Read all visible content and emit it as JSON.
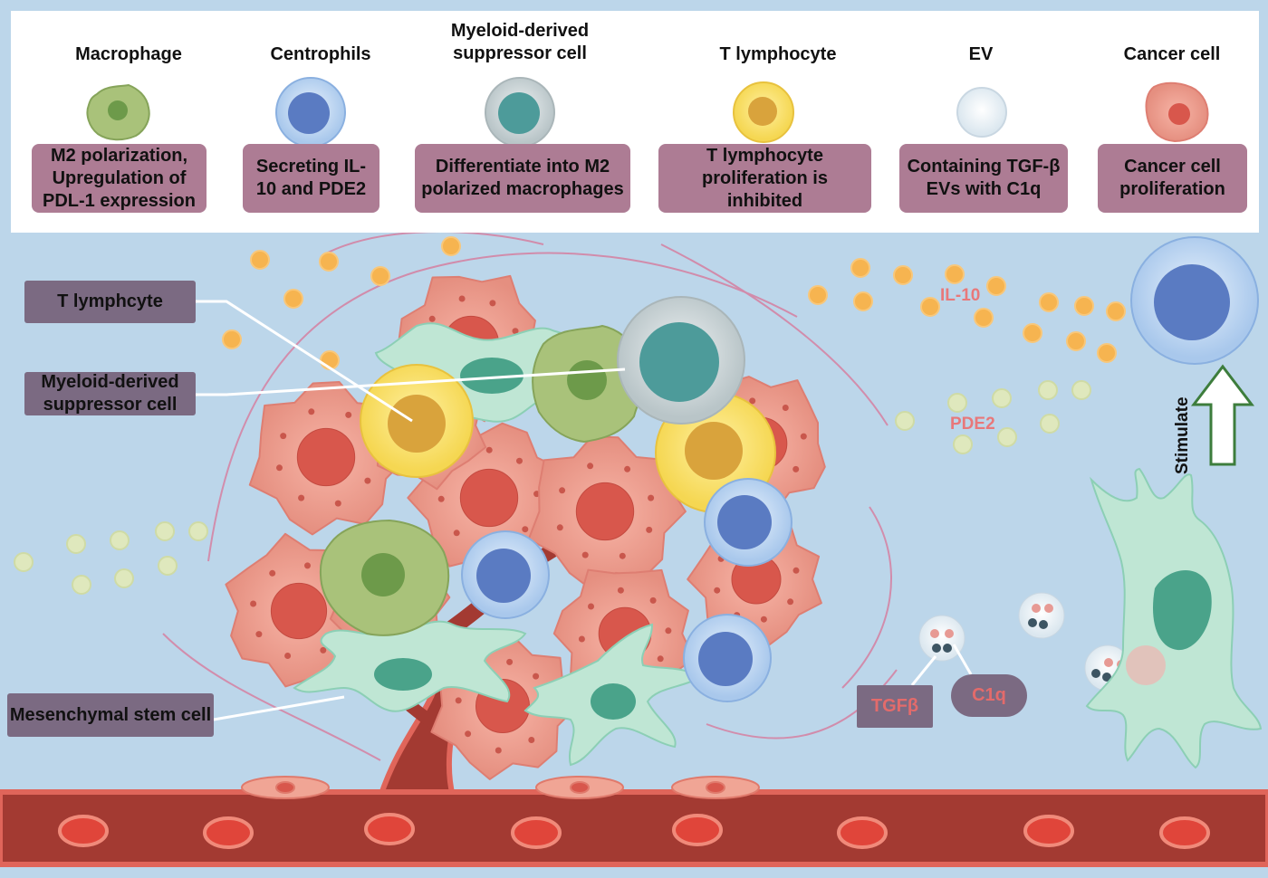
{
  "legend": {
    "items": [
      {
        "title": "Macrophage",
        "description": "M2 polarization, Upregulation of PDL-1 expression"
      },
      {
        "title": "Centrophils",
        "description": "Secreting IL-10 and PDE2"
      },
      {
        "title": "Myeloid-derived suppressor cell",
        "description": "Differentiate into M2 polarized macrophages"
      },
      {
        "title": "T lymphocyte",
        "description": "T lymphocyte proliferation is inhibited"
      },
      {
        "title": "EV",
        "description": "Containing TGF-β EVs with C1q"
      },
      {
        "title": "Cancer cell",
        "description": "Cancer cell proliferation"
      }
    ]
  },
  "callouts": {
    "t_cell": "T lymphcyte",
    "mdsc": "Myeloid-derived suppressor cell",
    "msc": "Mesenchymal stem cell"
  },
  "labels": {
    "il10": "IL-10",
    "pde2": "PDE2",
    "stimulate": "Stimulate",
    "tgfb": "TGFβ",
    "c1q": "C1q"
  },
  "colors": {
    "background": "#bcd6ea",
    "label_box": "#ad7c94",
    "callout_box": "#7b6a82",
    "cancer_cell": "#ec9b8e",
    "blood_vessel": "#a33a32",
    "t_cell": "#f6dc6a",
    "mdsc": "#4d9b9a",
    "neutrophil": "#5a7bc2",
    "macrophage": "#a9c27a",
    "msc": "#bfe6d4"
  }
}
